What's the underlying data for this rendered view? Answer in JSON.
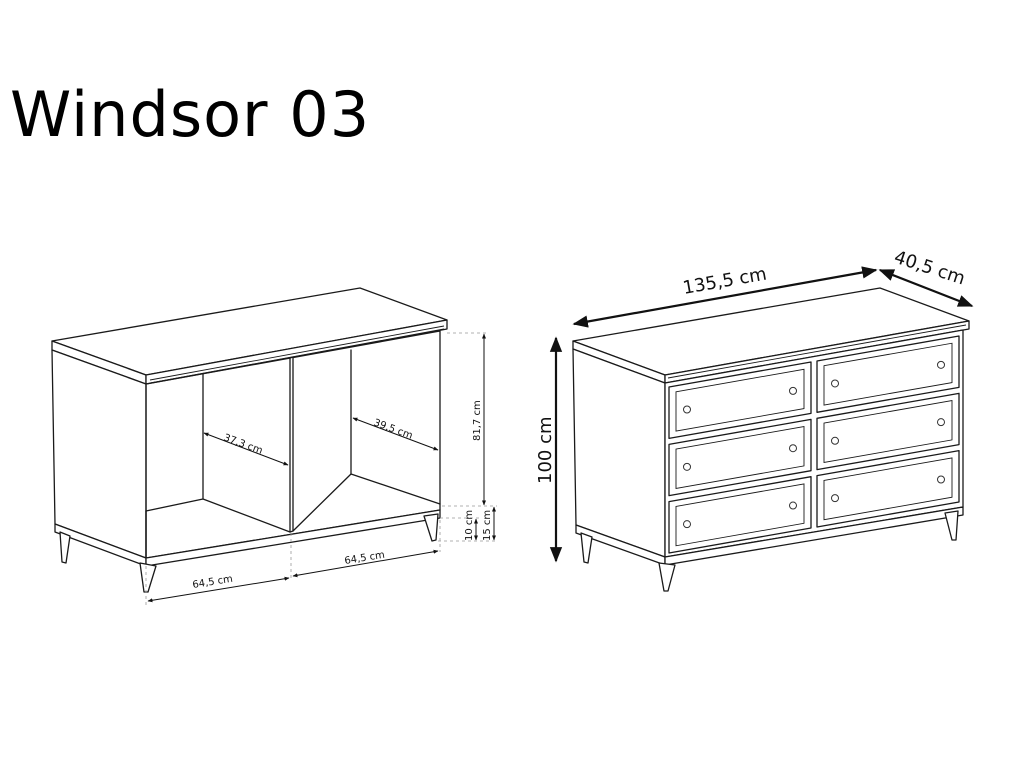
{
  "title": "Windsor 03",
  "left_view": {
    "dims": {
      "height": "81,7 cm",
      "leg_short": "10 cm",
      "leg_total": "15 cm",
      "depth_left": "37,3 cm",
      "depth_right": "39,5 cm",
      "width_left": "64,5 cm",
      "width_right": "64,5 cm"
    }
  },
  "right_view": {
    "dims": {
      "width": "135,5 cm",
      "depth": "40,5 cm",
      "height": "100 cm"
    },
    "drawer_rows": 3,
    "drawer_cols": 2
  }
}
